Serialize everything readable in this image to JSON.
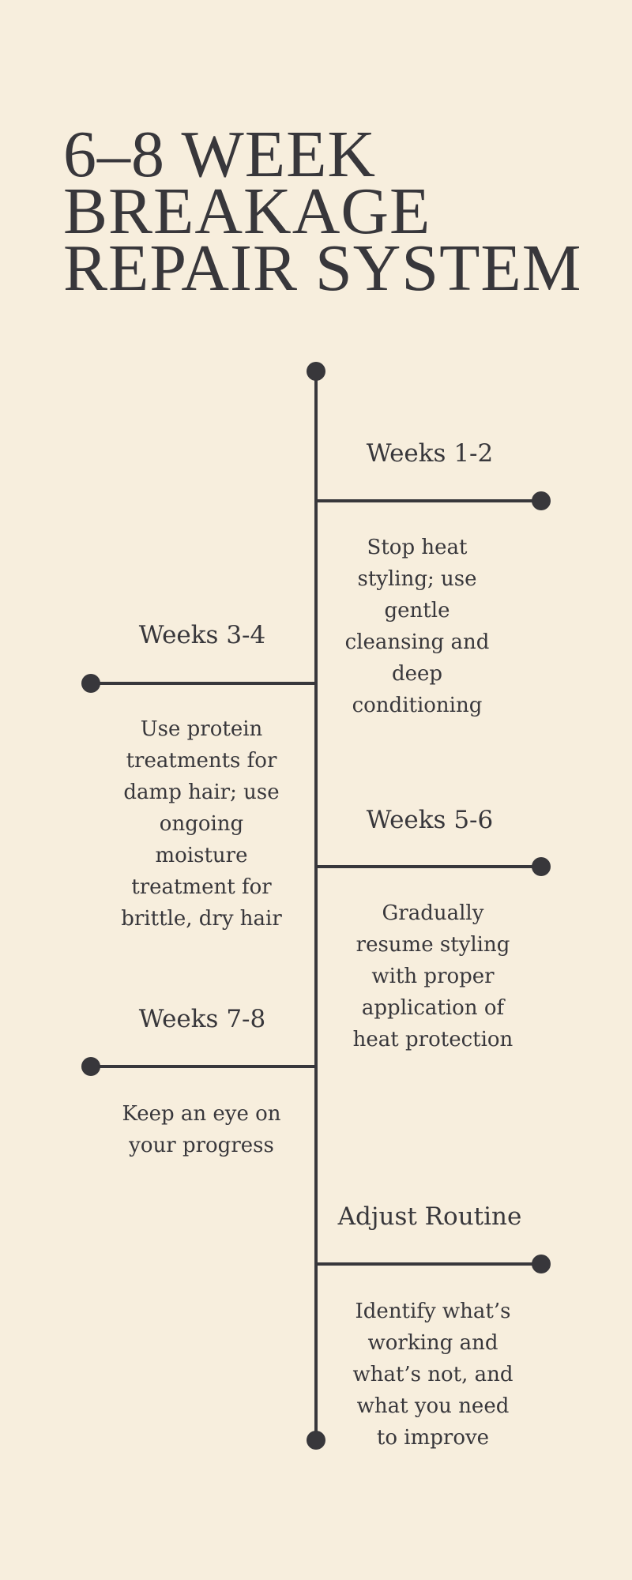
{
  "title": {
    "lines": [
      "6–8 WEEK",
      "BREAKAGE",
      "REPAIR SYSTEM"
    ]
  },
  "colors": {
    "background": "#f7eedd",
    "ink": "#38373b"
  },
  "timeline": [
    {
      "heading": "Weeks 1-2",
      "text": "Stop heat styling; use gentle cleansing and deep conditioning"
    },
    {
      "heading": "Weeks 3-4",
      "text": "Use protein treatments for damp hair; use ongoing moisture treatment for brittle, dry hair"
    },
    {
      "heading": "Weeks 5-6",
      "text": "Gradually resume styling with proper application of heat protection"
    },
    {
      "heading": "Weeks 7-8",
      "text": "Keep an eye on your progress"
    },
    {
      "heading": "Adjust Routine",
      "text": "Identify what’s working and what’s not, and what you need to improve"
    }
  ]
}
